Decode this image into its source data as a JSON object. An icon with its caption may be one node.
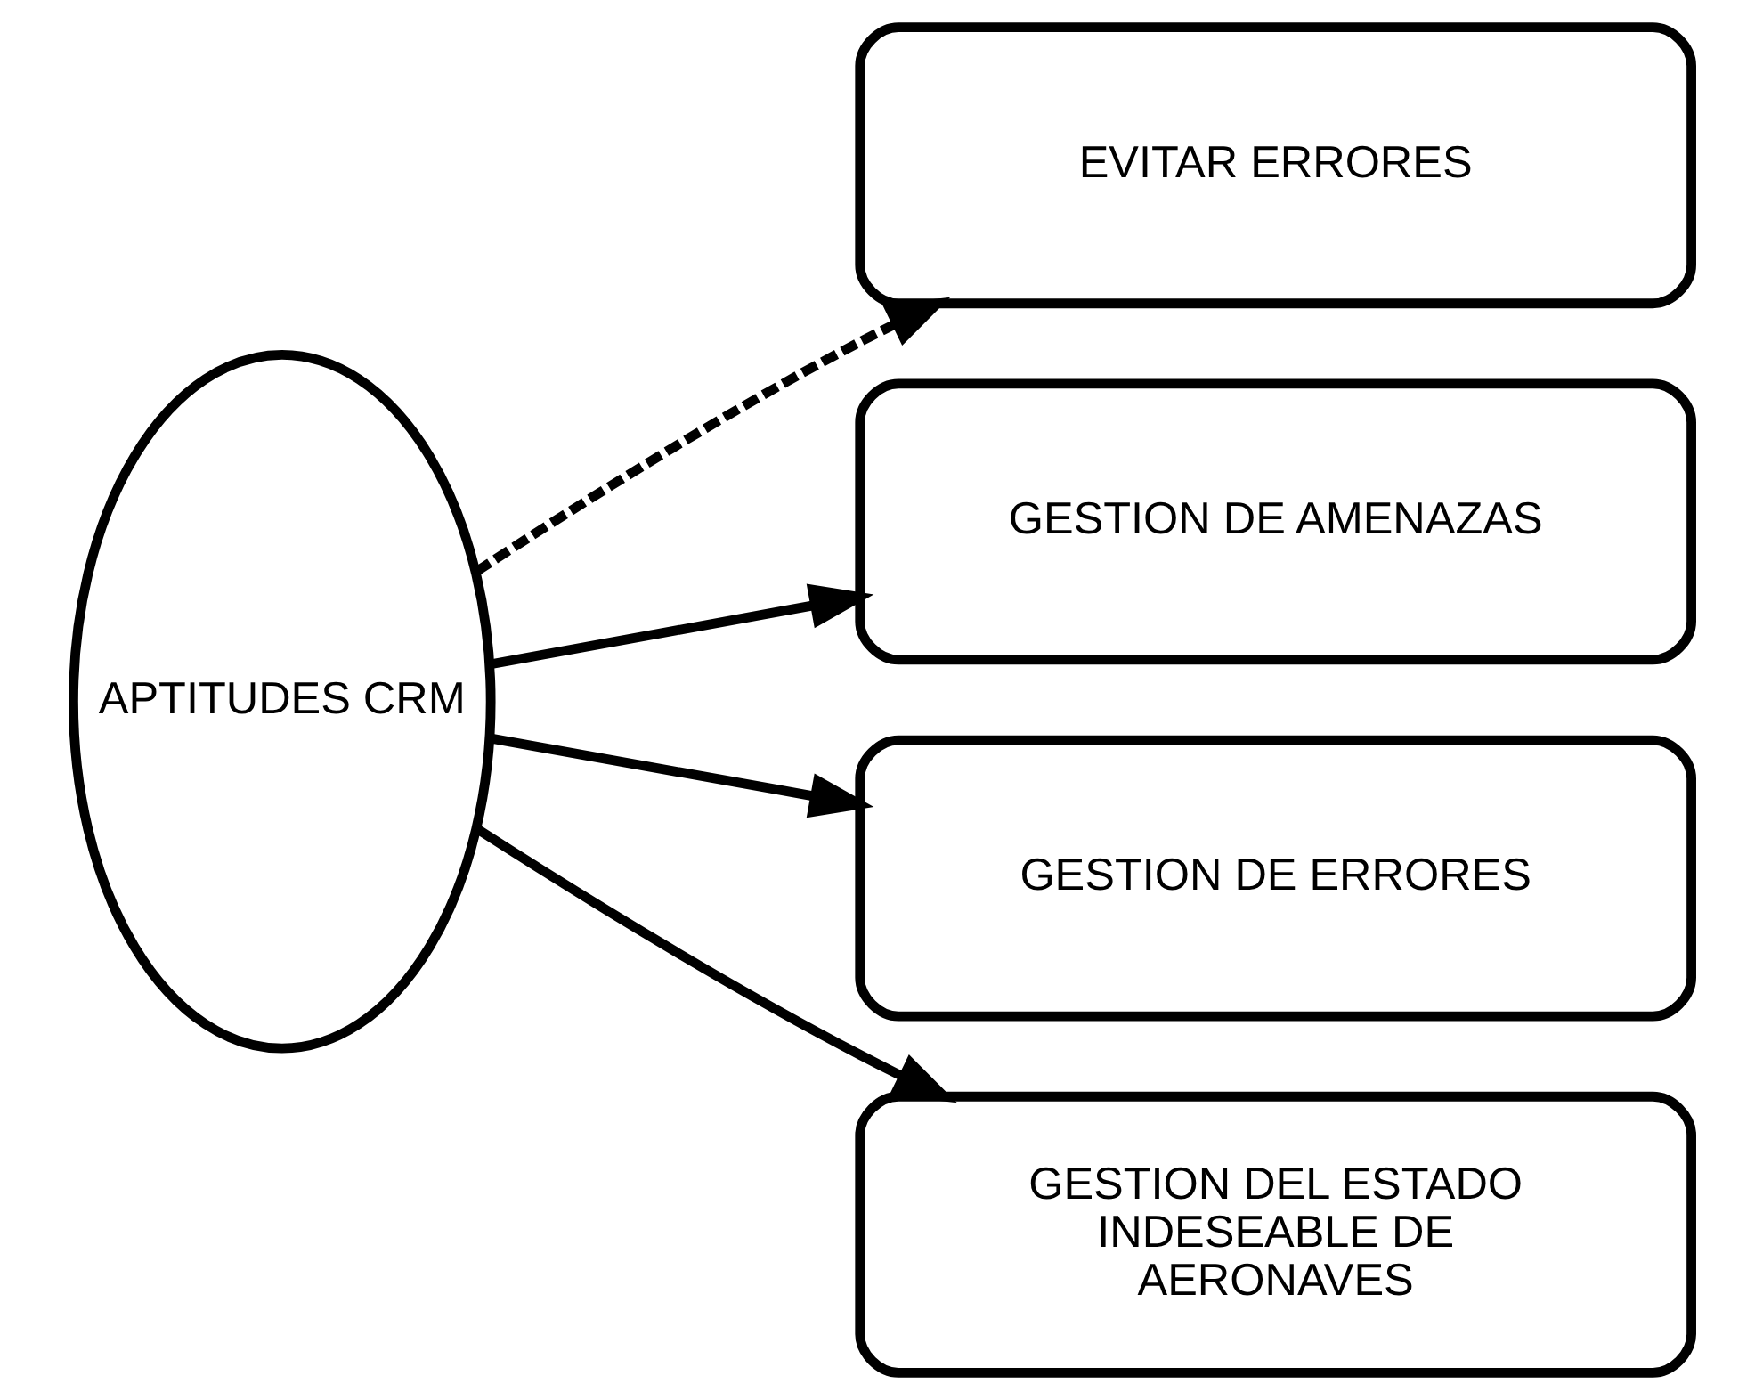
{
  "diagram": {
    "nodes": [
      {
        "text": [
          "APTITUDES CRM"
        ]
      },
      {
        "text": [
          "EVITAR ERRORES"
        ]
      },
      {
        "text": [
          "GESTION DE AMENAZAS"
        ]
      },
      {
        "text": [
          "GESTION DE ERRORES"
        ]
      },
      {
        "text": [
          "GESTION DEL ESTADO INDESEABLE DE AERONAVES"
        ]
      }
    ],
    "edges": [
      {
        "from": 0,
        "to": 1,
        "arrow": "to",
        "style": "dashed"
      },
      {
        "from": 0,
        "to": 2,
        "arrow": "to"
      },
      {
        "from": 0,
        "to": 3,
        "arrow": "to"
      },
      {
        "from": 0,
        "to": 4,
        "arrow": "to"
      }
    ]
  }
}
